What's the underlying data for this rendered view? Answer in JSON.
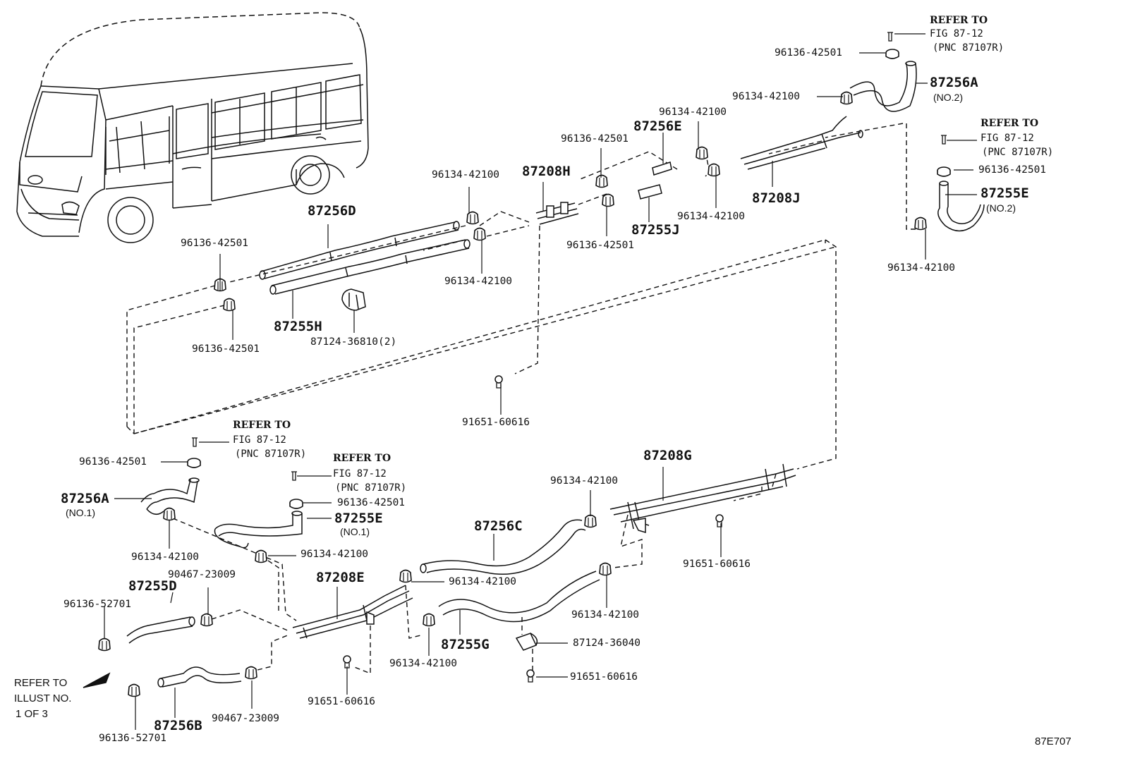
{
  "labels": {
    "p96136_a": "96136-42501",
    "refer1_a": "REFER TO",
    "refer1_b": "FIG 87-12",
    "refer1_c": "(PNC 87107R)",
    "p87256A_top": "87256A",
    "p87256A_top_sub": "(NO.2)",
    "p96134_top": "96134-42100",
    "p96134_e1": "96134-42100",
    "p87256E": "87256E",
    "p96136_e": "96136-42501",
    "refer2_a": "REFER TO",
    "refer2_b": "FIG 87-12",
    "refer2_c": "(PNC 87107R)",
    "p96136_r": "96136-42501",
    "p87255E_top": "87255E",
    "p87255E_top_sub": "(NO.2)",
    "p96134_r": "96134-42100",
    "p96134_h": "96134-42100",
    "p87208H": "87208H",
    "p87208J": "87208J",
    "p96134_j": "96134-42100",
    "p87255J": "87255J",
    "p96136_j": "96136-42501",
    "p87256D": "87256D",
    "p96136_d1": "96136-42501",
    "p96134_d": "96134-42100",
    "p87255H": "87255H",
    "p96136_d2": "96136-42501",
    "p87124_d": "87124-36810(2)",
    "p91651_m": "91651-60616",
    "refer3_a": "REFER TO",
    "refer3_b": "FIG 87-12",
    "refer3_c": "(PNC 87107R)",
    "p96136_l1": "96136-42501",
    "refer4_a": "REFER TO",
    "refer4_b": "FIG 87-12",
    "refer4_c": "(PNC 87107R)",
    "p96136_l2": "96136-42501",
    "p87256A_low": "87256A",
    "p87256A_low_sub": "(NO.1)",
    "p87255E_low": "87255E",
    "p87255E_low_sub": "(NO.1)",
    "p96134_l1": "96134-42100",
    "p96134_l2": "96134-42100",
    "p90467_a": "90467-23009",
    "p87255D": "87255D",
    "p96136_52_a": "96136-52701",
    "p87208E": "87208E",
    "p96134_e": "96134-42100",
    "p87256C": "87256C",
    "p96134_c": "96134-42100",
    "p87208G": "87208G",
    "p91651_g": "91651-60616",
    "p96134_g": "96134-42100",
    "p87124_g": "87124-36040",
    "p87255G": "87255G",
    "p96134_b": "96134-42100",
    "p91651_b": "91651-60616",
    "p91651_e": "91651-60616",
    "p90467_b": "90467-23009",
    "p87256B": "87256B",
    "p96136_52_b": "96136-52701",
    "note_a": "REFER TO",
    "note_b": "ILLUST NO.",
    "note_c": "1 OF 3",
    "figure_code": "87E707"
  }
}
